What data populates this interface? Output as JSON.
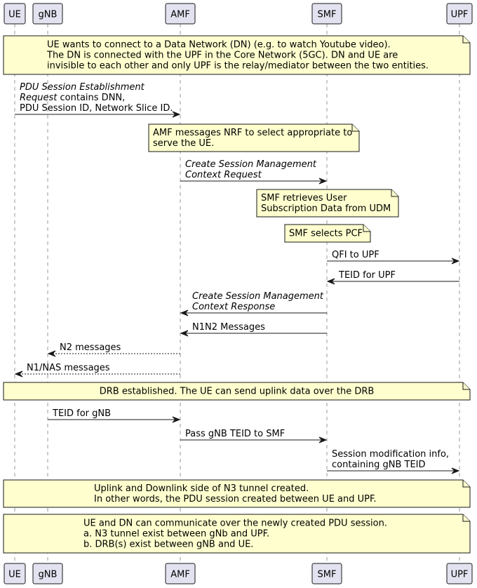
{
  "participants": [
    {
      "id": "UE",
      "label": "UE"
    },
    {
      "id": "gNB",
      "label": "gNB"
    },
    {
      "id": "AMF",
      "label": "AMF"
    },
    {
      "id": "SMF",
      "label": "SMF"
    },
    {
      "id": "UPF",
      "label": "UPF"
    }
  ],
  "events": [
    {
      "kind": "note",
      "span": [
        "UE",
        "UPF"
      ],
      "align": "left",
      "lines": [
        "UE wants to connect to a Data Network (DN) (e.g. to watch Youtube video).",
        "The DN is connected with the UPF in the Core Network (5GC). DN and UE are",
        "invisible to each other and only UPF is the relay/mediator between the two entities."
      ]
    },
    {
      "kind": "message",
      "from": "UE",
      "to": "AMF",
      "style": "solid",
      "lines": [
        {
          "parts": [
            {
              "text": "PDU Session Establishment",
              "italic": true
            }
          ]
        },
        {
          "parts": [
            {
              "text": "Request",
              "italic": true
            },
            {
              "text": " contains DNN,",
              "italic": false
            }
          ]
        },
        {
          "parts": [
            {
              "text": "PDU Session ID, Network Slice ID.",
              "italic": false
            }
          ]
        }
      ]
    },
    {
      "kind": "note",
      "over": "AMF",
      "lines": [
        "AMF messages NRF to select appropriate to",
        "serve the UE."
      ]
    },
    {
      "kind": "message",
      "from": "AMF",
      "to": "SMF",
      "style": "solid",
      "lines": [
        {
          "parts": [
            {
              "text": "Create Session Management",
              "italic": true
            }
          ]
        },
        {
          "parts": [
            {
              "text": "Context Request",
              "italic": true
            }
          ]
        }
      ]
    },
    {
      "kind": "note",
      "over": "SMF",
      "lines": [
        "SMF retrieves User",
        "Subscription Data from UDM"
      ]
    },
    {
      "kind": "note",
      "over": "SMF",
      "lines": [
        "SMF selects PCF"
      ]
    },
    {
      "kind": "message",
      "from": "SMF",
      "to": "UPF",
      "style": "solid",
      "lines": [
        {
          "parts": [
            {
              "text": "QFI to UPF",
              "italic": false
            }
          ]
        }
      ]
    },
    {
      "kind": "message",
      "from": "UPF",
      "to": "SMF",
      "style": "solid",
      "lines": [
        {
          "parts": [
            {
              "text": "TEID for UPF",
              "italic": false
            }
          ]
        }
      ]
    },
    {
      "kind": "message",
      "from": "SMF",
      "to": "AMF",
      "style": "solid",
      "lines": [
        {
          "parts": [
            {
              "text": "Create Session Management",
              "italic": true
            }
          ]
        },
        {
          "parts": [
            {
              "text": "Context Response",
              "italic": true
            }
          ]
        }
      ]
    },
    {
      "kind": "message",
      "from": "SMF",
      "to": "AMF",
      "style": "solid",
      "lines": [
        {
          "parts": [
            {
              "text": "N1N2 Messages",
              "italic": false
            }
          ]
        }
      ]
    },
    {
      "kind": "message",
      "from": "AMF",
      "to": "gNB",
      "style": "dashed",
      "lines": [
        {
          "parts": [
            {
              "text": "N2 messages",
              "italic": false
            }
          ]
        }
      ]
    },
    {
      "kind": "message",
      "from": "AMF",
      "to": "UE",
      "style": "dashed",
      "lines": [
        {
          "parts": [
            {
              "text": "N1/NAS messages",
              "italic": false
            }
          ]
        }
      ]
    },
    {
      "kind": "note",
      "span": [
        "UE",
        "UPF"
      ],
      "align": "center",
      "lines": [
        "DRB established. The UE can send uplink data over the DRB"
      ]
    },
    {
      "kind": "message",
      "from": "gNB",
      "to": "AMF",
      "style": "solid",
      "lines": [
        {
          "parts": [
            {
              "text": "TEID for gNB",
              "italic": false
            }
          ]
        }
      ]
    },
    {
      "kind": "message",
      "from": "AMF",
      "to": "SMF",
      "style": "solid",
      "lines": [
        {
          "parts": [
            {
              "text": "Pass gNB TEID to SMF",
              "italic": false
            }
          ]
        }
      ]
    },
    {
      "kind": "message",
      "from": "SMF",
      "to": "UPF",
      "style": "solid",
      "lines": [
        {
          "parts": [
            {
              "text": "Session modification info,",
              "italic": false
            }
          ]
        },
        {
          "parts": [
            {
              "text": "containing gNB TEID",
              "italic": false
            }
          ]
        }
      ]
    },
    {
      "kind": "note",
      "span": [
        "UE",
        "UPF"
      ],
      "align": "left",
      "lines": [
        "Uplink and Downlink side of N3 tunnel created.",
        "In other words, the PDU session created between UE and UPF."
      ]
    },
    {
      "kind": "note",
      "span": [
        "UE",
        "UPF"
      ],
      "align": "left",
      "lines": [
        "UE and DN can communicate over the newly created PDU session.",
        "a. N3 tunnel exist between gNb and UPF.",
        "b. DRB(s) exist between gNB and UE."
      ]
    }
  ]
}
